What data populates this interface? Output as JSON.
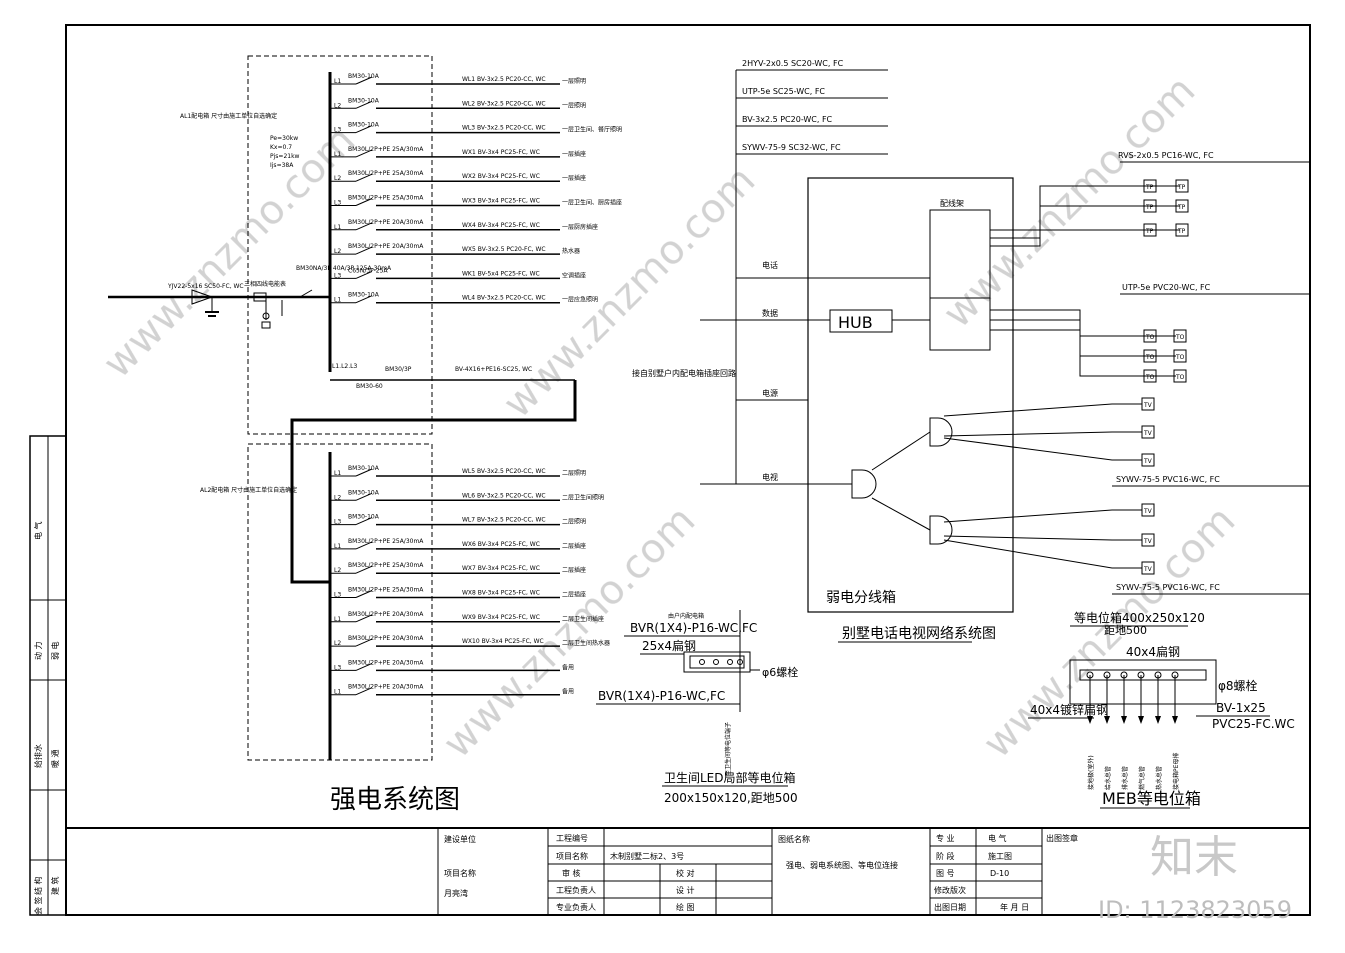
{
  "titles": {
    "strong_system": "强电系统图",
    "weak_system": "别墅电话电视网络系统图",
    "weak_box": "弱电分线箱",
    "hub": "HUB",
    "distribution_frame": "配线架",
    "led_title": "卫生间LED局部等电位箱",
    "led_size": "200x150x120,距地500",
    "meb_title": "MEB等电位箱",
    "meb_top": "等电位箱400x250x120",
    "meb_top2": "距地500"
  },
  "strong": {
    "incoming_cable": "YJV22-5x16 SC50-FC, WC",
    "panel1_note": "AL1配电箱 尺寸由施工单位自选确定",
    "panel2_note": "AL2配电箱 尺寸由施工单位自选确定",
    "calc": [
      "Pe=30kw",
      "Kx=0.7",
      "Pjs=21kw",
      "Ijs=38A"
    ],
    "main_breaker": "BM30NA/3P 40A/3P 125A-30mA",
    "meter": "三相四线电能表",
    "bus_label": "L1.L2.L3",
    "spd_label": "BM30/3P",
    "spd_sub": "BM30-60",
    "spd_cable": "BV-4X16+PE16-SC25, WC",
    "upper_circuits": [
      {
        "phase": "L1",
        "breaker": "BM30-10A",
        "cable": "WL1 BV-3x2.5 PC20-CC, WC",
        "load": "一层照明"
      },
      {
        "phase": "L2",
        "breaker": "BM30-10A",
        "cable": "WL2 BV-3x2.5 PC20-CC, WC",
        "load": "一层照明"
      },
      {
        "phase": "L3",
        "breaker": "BM30-10A",
        "cable": "WL3 BV-3x2.5 PC20-CC, WC",
        "load": "一层卫生间、餐厅照明"
      },
      {
        "phase": "L1",
        "breaker": "BM30L/2P+PE 25A/30mA",
        "cable": "WX1 BV-3x4 PC25-FC, WC",
        "load": "一层插座"
      },
      {
        "phase": "L2",
        "breaker": "BM30L/2P+PE 25A/30mA",
        "cable": "WX2 BV-3x4 PC25-FC, WC",
        "load": "一层插座"
      },
      {
        "phase": "L3",
        "breaker": "BM30L/2P+PE 25A/30mA",
        "cable": "WX3 BV-3x4 PC25-FC, WC",
        "load": "一层卫生间、厨房插座"
      },
      {
        "phase": "L1",
        "breaker": "BM30L/2P+PE 20A/30mA",
        "cable": "WX4 BV-3x4 PC25-FC, WC",
        "load": "一层厨房插座"
      },
      {
        "phase": "L2",
        "breaker": "BM30L/2P+PE 20A/30mA",
        "cable": "WX5 BV-3x2.5 PC20-FC, WC",
        "load": "热水器"
      },
      {
        "phase": "L3",
        "breaker": "C65N/3P-25A",
        "cable": "WK1 BV-5x4 PC25-FC, WC",
        "load": "空调插座"
      },
      {
        "phase": "L1",
        "breaker": "BM30-10A",
        "cable": "WL4 BV-3x2.5 PC20-CC, WC",
        "load": "一层应急照明"
      }
    ],
    "lower_circuits": [
      {
        "phase": "L1",
        "breaker": "BM30-10A",
        "cable": "WL5 BV-3x2.5 PC20-CC, WC",
        "load": "二层照明"
      },
      {
        "phase": "L2",
        "breaker": "BM30-10A",
        "cable": "WL6 BV-3x2.5 PC20-CC, WC",
        "load": "二层卫生间照明"
      },
      {
        "phase": "L3",
        "breaker": "BM30-10A",
        "cable": "WL7 BV-3x2.5 PC20-CC, WC",
        "load": "二层照明"
      },
      {
        "phase": "L1",
        "breaker": "BM30L/2P+PE 25A/30mA",
        "cable": "WX6 BV-3x4 PC25-FC, WC",
        "load": "二层插座"
      },
      {
        "phase": "L2",
        "breaker": "BM30L/2P+PE 25A/30mA",
        "cable": "WX7 BV-3x4 PC25-FC, WC",
        "load": "二层插座"
      },
      {
        "phase": "L3",
        "breaker": "BM30L/2P+PE 25A/30mA",
        "cable": "WX8 BV-3x4 PC25-FC, WC",
        "load": "二层插座"
      },
      {
        "phase": "L1",
        "breaker": "BM30L/2P+PE 20A/30mA",
        "cable": "WX9 BV-3x4 PC25-FC, WC",
        "load": "二层卫生间插座"
      },
      {
        "phase": "L2",
        "breaker": "BM30L/2P+PE 20A/30mA",
        "cable": "WX10 BV-3x4 PC25-FC, WC",
        "load": "二层卫生间热水器"
      },
      {
        "phase": "L3",
        "breaker": "BM30L/2P+PE 20A/30mA",
        "cable": "",
        "load": "备用"
      },
      {
        "phase": "L1",
        "breaker": "BM30L/2P+PE 20A/30mA",
        "cable": "",
        "load": "备用"
      }
    ]
  },
  "weak": {
    "cables_in": [
      "2HYV-2x0.5 SC20-WC, FC",
      "UTP-5e SC25-WC, FC",
      "BV-3x2.5 PC20-WC, FC",
      "SYWV-75-9 SC32-WC, FC"
    ],
    "feeds": [
      "电话",
      "数据",
      "电源",
      "电视"
    ],
    "source_note": "接自别墅户内配电箱插座回路",
    "tel_cable": "RVS-2x0.5 PC16-WC, FC",
    "data_cable": "UTP-5e PVC20-WC, FC",
    "tv_cable1": "SYWV-75-5 PVC16-WC, FC",
    "tv_cable2": "SYWV-75-5 PVC16-WC, FC",
    "tel_outlet": "TP",
    "data_outlet": "TO",
    "tv_outlet": "TV"
  },
  "led": {
    "top_note": "由户内配电箱",
    "cable_top": "BVR(1X4)-P16-WC,FC",
    "bar": "25x4扁钢",
    "bolt": "φ6螺栓",
    "cable_bottom": "BVR(1X4)-P16-WC,FC",
    "down_note": "至卫生间等电位端子"
  },
  "meb": {
    "bar": "40x4扁钢",
    "bolt": "φ8螺栓",
    "left": "40x4镀锌扁钢",
    "cable": "BV-1x25",
    "cable2": "PVC25-FC.WC",
    "legs": [
      "接地极(室外)",
      "给水总管",
      "排水总管",
      "燃气总管",
      "热水总管",
      "接电箱PE母排"
    ]
  },
  "title_block": {
    "build_unit": "建设单位",
    "project_name_label": "项目名称",
    "project_name": "月亮湾",
    "proj_no": "工程编号",
    "proj_name_label": "项目名称",
    "proj_name": "木制别墅二标2、3号",
    "check": "审 核",
    "proof": "校 对",
    "owner": "工程负责人",
    "design": "设 计",
    "prof_owner": "专业负责人",
    "draw": "绘 图",
    "drawing_name_label": "图纸名称",
    "drawing_name": "强电、弱电系统图、等电位连接",
    "major_label": "专 业",
    "major": "电 气",
    "phase_label": "阶 段",
    "phase": "施工图",
    "no_label": "图 号",
    "no": "D-10",
    "rev_label": "修改版次",
    "date_label": "出图日期",
    "date": "年 月 日",
    "stamp": "出图签章"
  },
  "left_strip": [
    "电 气",
    "动 力",
    "弱 电",
    "给排水",
    "暖 通",
    "结 构",
    "建 筑",
    "会 签"
  ],
  "watermark": {
    "brand": "知末",
    "id": "ID: 1123823059",
    "site": "www.znzmo.com"
  }
}
